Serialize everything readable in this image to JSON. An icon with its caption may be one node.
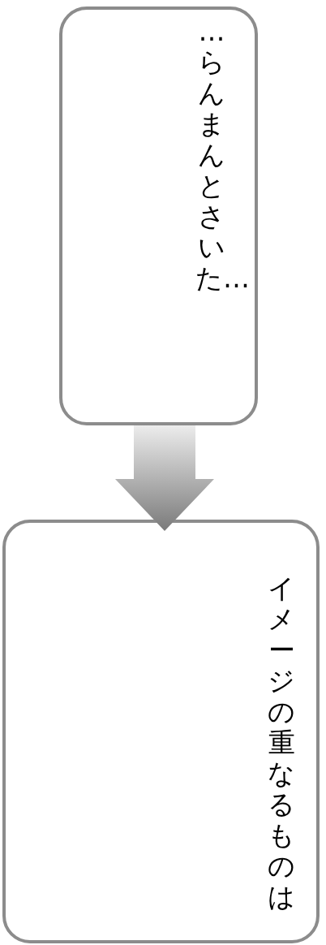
{
  "diagram": {
    "nodes": [
      {
        "text": [
          "…らんまんとさいた…"
        ]
      },
      {
        "text": [
          "イメージの重なるものは"
        ]
      }
    ],
    "edges": [
      {
        "from": 0,
        "to": 1,
        "arrow": "to"
      }
    ]
  }
}
